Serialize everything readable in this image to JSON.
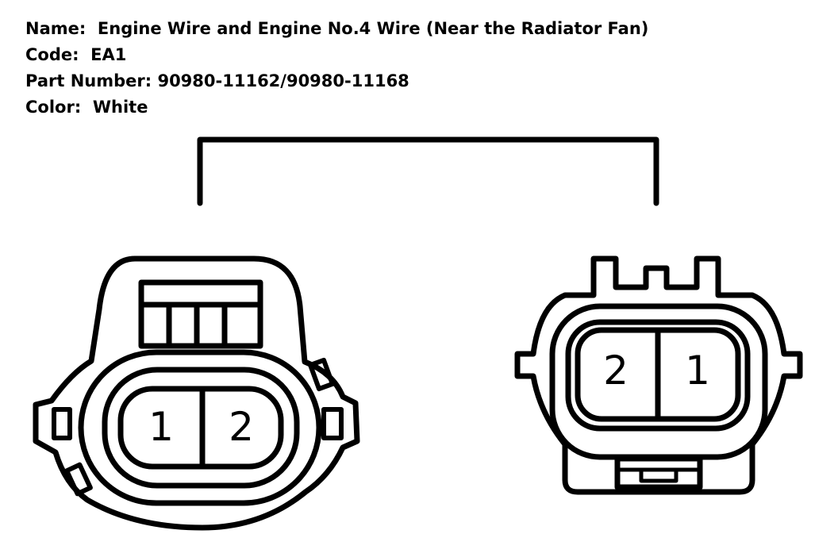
{
  "info": {
    "name_label": "Name:",
    "name_value": "Engine Wire and Engine No.4 Wire (Near the Radiator Fan)",
    "code_label": "Code:",
    "code_value": "EA1",
    "part_label": "Part Number:",
    "part_value": "90980-11162/90980-11168",
    "color_label": "Color:",
    "color_value": "White"
  },
  "left_connector": {
    "pins": [
      "1",
      "2"
    ]
  },
  "right_connector": {
    "pins": [
      "2",
      "1"
    ]
  }
}
